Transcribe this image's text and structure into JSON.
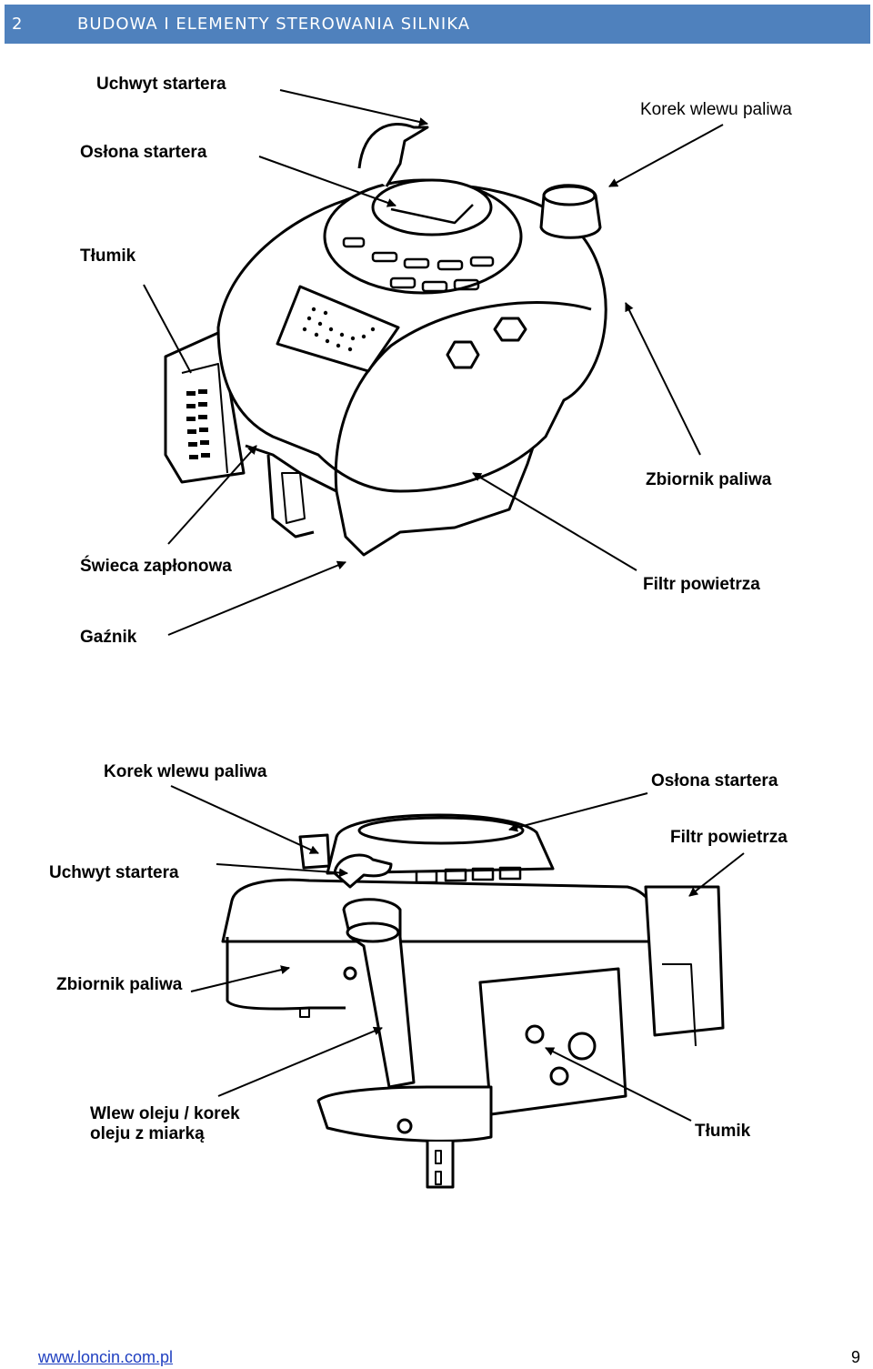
{
  "header": {
    "number": "2",
    "title": "BUDOWA I ELEMENTY STEROWANIA SILNIKA",
    "color": "#4f81bd"
  },
  "top_figure": {
    "labels": {
      "uchwyt": "Uchwyt startera",
      "oslona": "Osłona startera",
      "tlumik": "Tłumik",
      "korek": "Korek wlewu paliwa",
      "zbiornik": "Zbiornik paliwa",
      "swieca": "Świeca zapłonowa",
      "filtr": "Filtr powietrza",
      "gaznik": "Gaźnik"
    }
  },
  "bottom_figure": {
    "labels": {
      "korek": "Korek wlewu paliwa",
      "oslona": "Osłona startera",
      "filtr": "Filtr powietrza",
      "uchwyt": "Uchwyt startera",
      "zbiornik": "Zbiornik paliwa",
      "wlew": "Wlew oleju / korek oleju z miarką",
      "tlumik": "Tłumik"
    }
  },
  "footer": {
    "link": "www.loncin.com.pl",
    "page": "9"
  }
}
